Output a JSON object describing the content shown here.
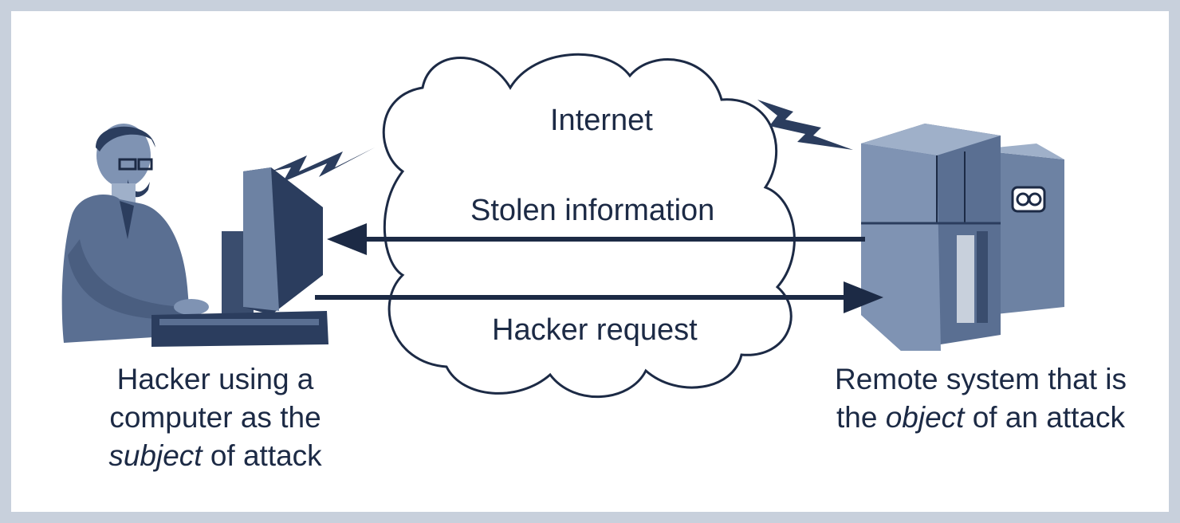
{
  "diagram": {
    "cloud_label": "Internet",
    "top_arrow_label": "Stolen information",
    "bottom_arrow_label": "Hacker request",
    "left_caption": {
      "line1": "Hacker using a",
      "line2": "computer as the",
      "line3_em": "subject",
      "line3_rest": " of attack"
    },
    "right_caption": {
      "line1": "Remote system that is",
      "line2_pre": "the ",
      "line2_em": "object",
      "line2_rest": " of an attack"
    },
    "icons": [
      "hacker-icon",
      "computer-monitor-icon",
      "server-icon",
      "lightning-bolt-icon",
      "cloud-icon"
    ],
    "colors": {
      "ink": "#1c2a45",
      "figure": "#5a6f92",
      "figure_dark": "#2b3d5e",
      "frame": "#c8d0dc"
    }
  }
}
